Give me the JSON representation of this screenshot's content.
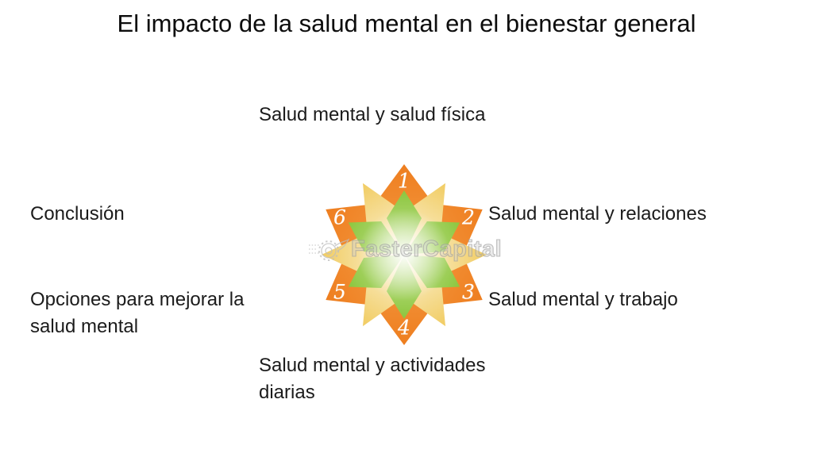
{
  "title": "El impacto de la salud mental en el bienestar general",
  "diagram": {
    "type": "radial-flower-6-points",
    "colors": {
      "orange_petal": "#F0882C",
      "green_petal": "#97C93C",
      "yellow_petal": "#F2CF6B",
      "number_text": "#FFFFFF",
      "label_text": "#1B1B1B",
      "background": "#FFFFFF"
    },
    "petals": [
      {
        "number": "1",
        "label": "Salud mental y salud física",
        "position": "top"
      },
      {
        "number": "2",
        "label": "Salud mental y relaciones",
        "position": "upper-right"
      },
      {
        "number": "3",
        "label": "Salud mental y trabajo",
        "position": "lower-right"
      },
      {
        "number": "4",
        "label": "Salud mental y actividades diarias",
        "position": "bottom"
      },
      {
        "number": "5",
        "label": "Opciones para mejorar la salud mental",
        "position": "lower-left"
      },
      {
        "number": "6",
        "label": "Conclusión",
        "position": "upper-left"
      }
    ],
    "watermark": {
      "text": "FasterCapital",
      "logo": "gear-rocket-logo"
    }
  }
}
